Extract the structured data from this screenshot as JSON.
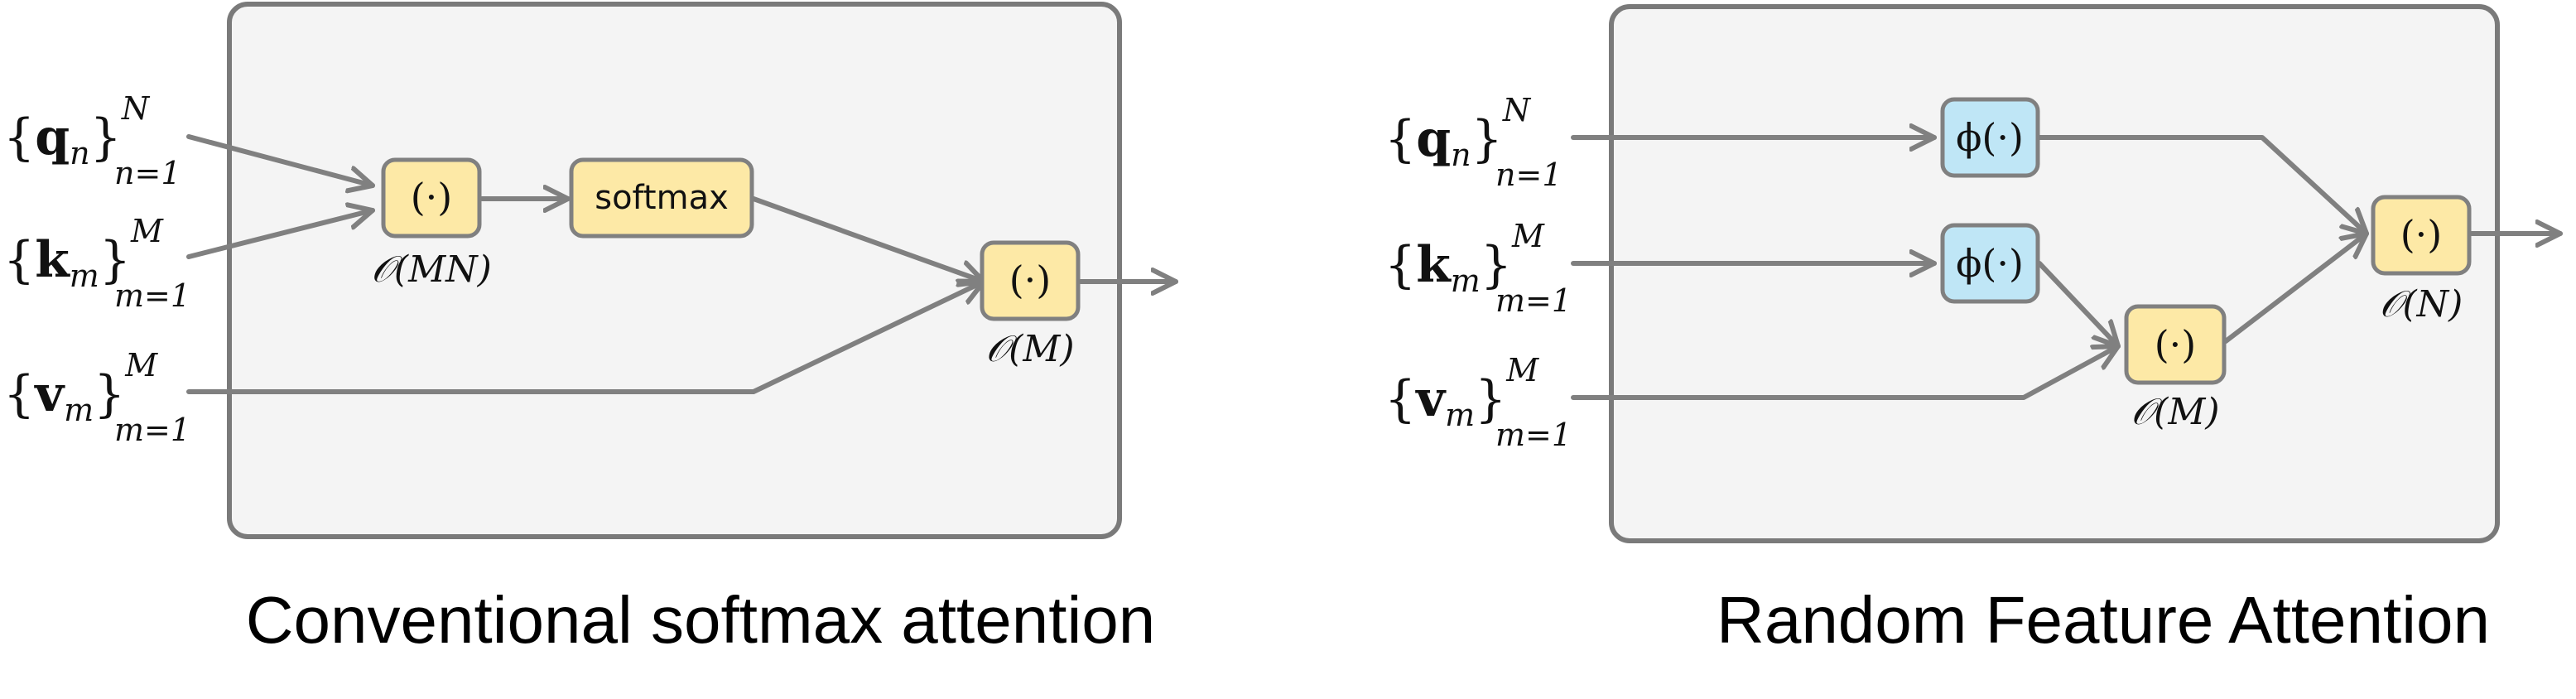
{
  "panels": {
    "softmax": {
      "caption": "Conventional softmax attention",
      "inputs": {
        "q": {
          "open": "{",
          "var": "q",
          "idx": "n",
          "close": "}",
          "sup": "N",
          "sub": "n=1"
        },
        "k": {
          "open": "{",
          "var": "k",
          "idx": "m",
          "close": "}",
          "sup": "M",
          "sub": "m=1"
        },
        "v": {
          "open": "{",
          "var": "v",
          "idx": "m",
          "close": "}",
          "sup": "M",
          "sub": "m=1"
        }
      },
      "nodes": {
        "dot1": "(·)",
        "softmax": "softmax",
        "dot2": "(·)"
      },
      "costs": {
        "dot1": "𝒪(MN)",
        "dot2": "𝒪(M)"
      }
    },
    "rfa": {
      "caption": "Random Feature Attention",
      "inputs": {
        "q": {
          "open": "{",
          "var": "q",
          "idx": "n",
          "close": "}",
          "sup": "N",
          "sub": "n=1"
        },
        "k": {
          "open": "{",
          "var": "k",
          "idx": "m",
          "close": "}",
          "sup": "M",
          "sub": "m=1"
        },
        "v": {
          "open": "{",
          "var": "v",
          "idx": "m",
          "close": "}",
          "sup": "M",
          "sub": "m=1"
        }
      },
      "nodes": {
        "phi_q": "ϕ(·)",
        "phi_k": "ϕ(·)",
        "dot_kv": "(·)",
        "dot_out": "(·)"
      },
      "costs": {
        "dot_kv": "𝒪(M)",
        "dot_out": "𝒪(N)"
      }
    }
  },
  "colors": {
    "panel_fill": "#f4f4f4",
    "panel_stroke": "#7a7a7a",
    "edge": "#808080",
    "node_yellow": "#fde9a6",
    "node_blue": "#bfe6f6"
  }
}
